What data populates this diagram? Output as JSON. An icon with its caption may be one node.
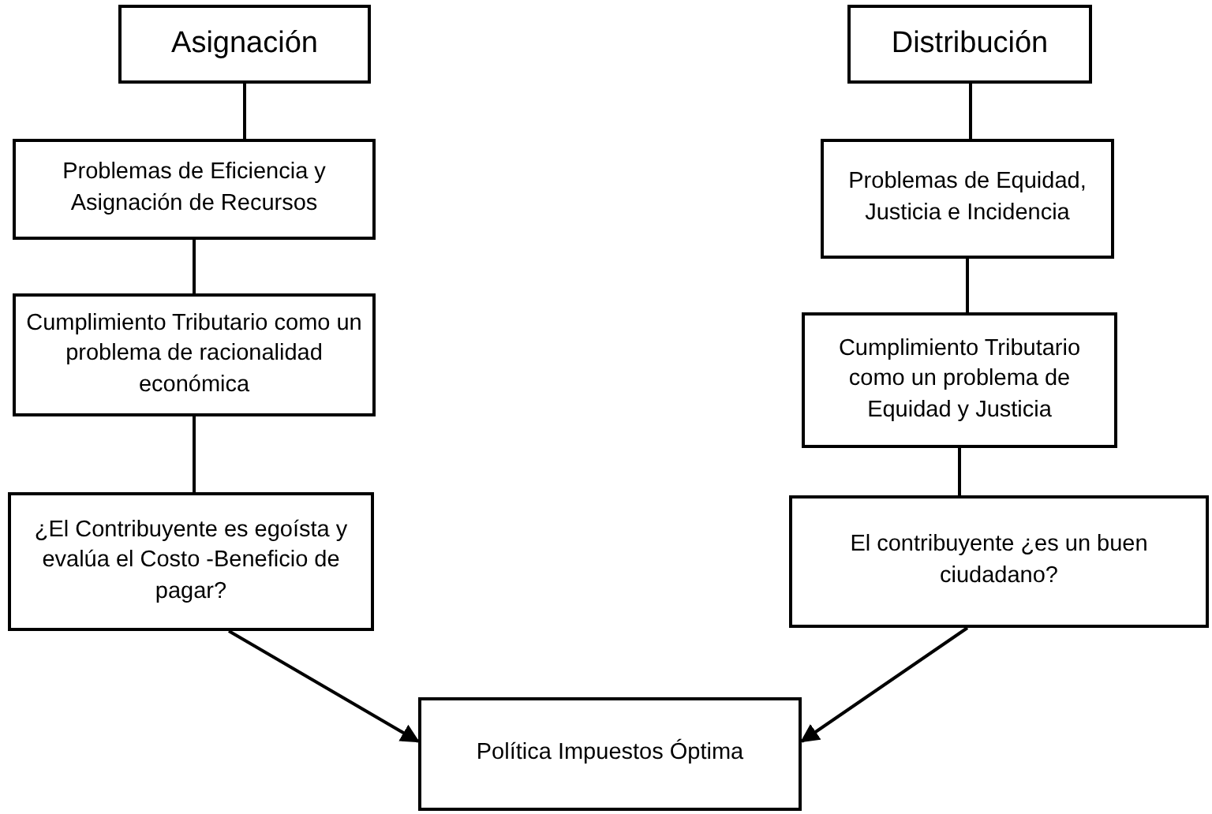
{
  "diagram": {
    "nodes": [
      {
        "text": [
          "Asignación"
        ]
      },
      {
        "text": [
          "Problemas de Eficiencia y Asignación de Recursos"
        ]
      },
      {
        "text": [
          "Cumplimiento Tributario como un problema de racionalidad económica"
        ]
      },
      {
        "text": [
          "¿El Contribuyente es egoísta y evalúa el Costo -Beneficio de pagar?"
        ]
      },
      {
        "text": [
          "Distribución"
        ]
      },
      {
        "text": [
          "Problemas de Equidad, Justicia e Incidencia"
        ]
      },
      {
        "text": [
          "Cumplimiento Tributario como un problema de Equidad y Justicia"
        ]
      },
      {
        "text": [
          "El contribuyente ¿es un buen ciudadano?"
        ]
      },
      {
        "text": [
          "Política Impuestos Óptima"
        ]
      }
    ],
    "edges": [
      {
        "from": 0,
        "to": 1,
        "arrow": "none"
      },
      {
        "from": 1,
        "to": 2,
        "arrow": "none"
      },
      {
        "from": 2,
        "to": 3,
        "arrow": "none"
      },
      {
        "from": 3,
        "to": 8,
        "arrow": "to"
      },
      {
        "from": 4,
        "to": 5,
        "arrow": "none"
      },
      {
        "from": 5,
        "to": 6,
        "arrow": "none"
      },
      {
        "from": 6,
        "to": 7,
        "arrow": "none"
      },
      {
        "from": 7,
        "to": 8,
        "arrow": "to"
      }
    ]
  }
}
